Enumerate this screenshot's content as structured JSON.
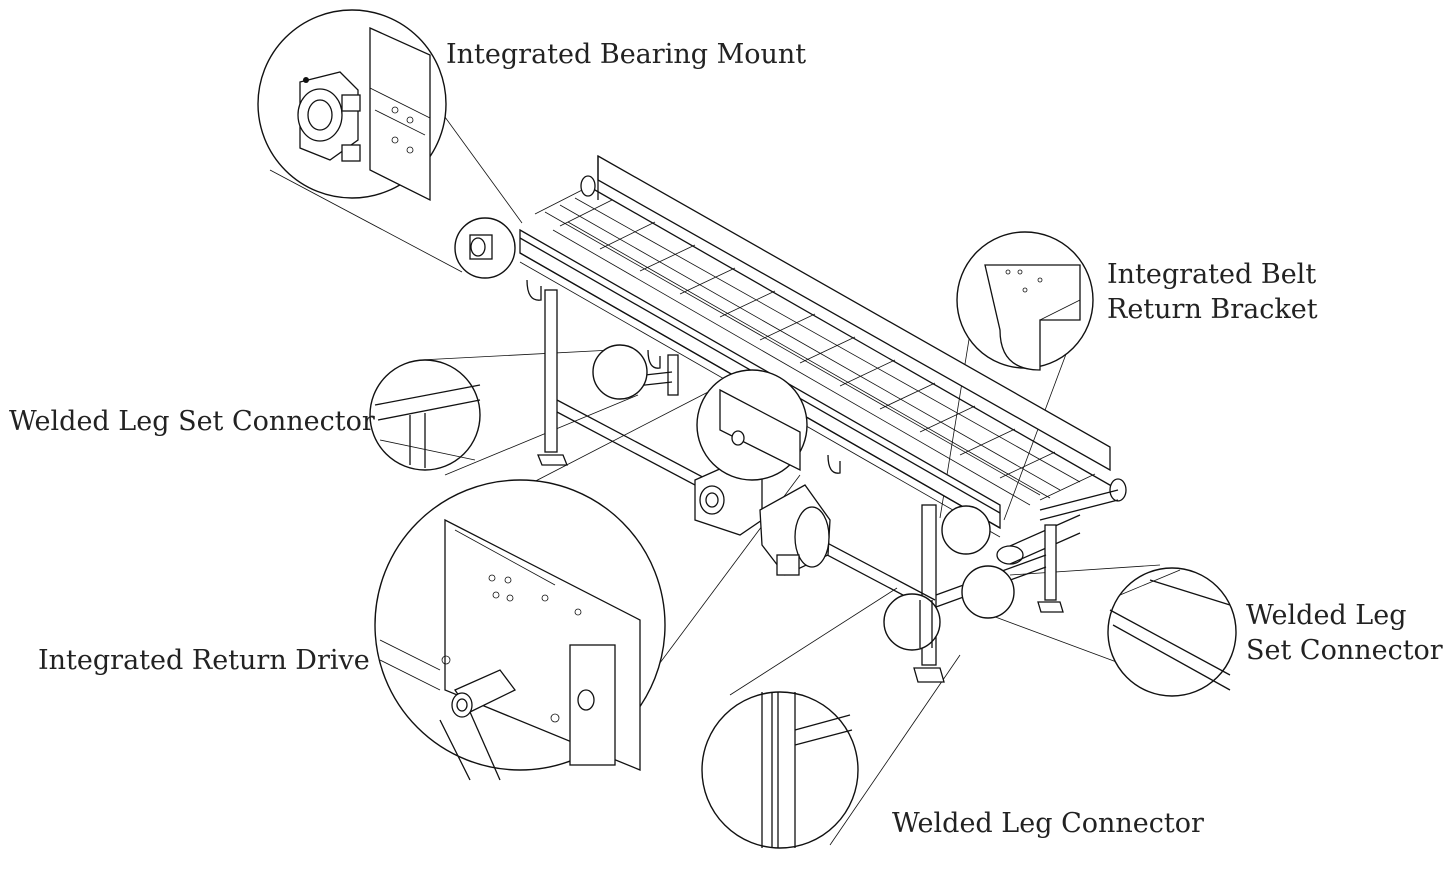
{
  "callouts": {
    "bearing_mount": "Integrated Bearing Mount",
    "belt_return": [
      "Integrated Belt",
      "Return Bracket"
    ],
    "leg_set_left": "Welded Leg Set Connector",
    "return_drive": "Integrated Return Drive",
    "leg_set_right": [
      "Welded Leg",
      "Set Connector"
    ],
    "leg_connector": "Welded Leg Connector"
  },
  "colors": {
    "ink": "#111111",
    "text": "#222222",
    "background": "#ffffff"
  }
}
